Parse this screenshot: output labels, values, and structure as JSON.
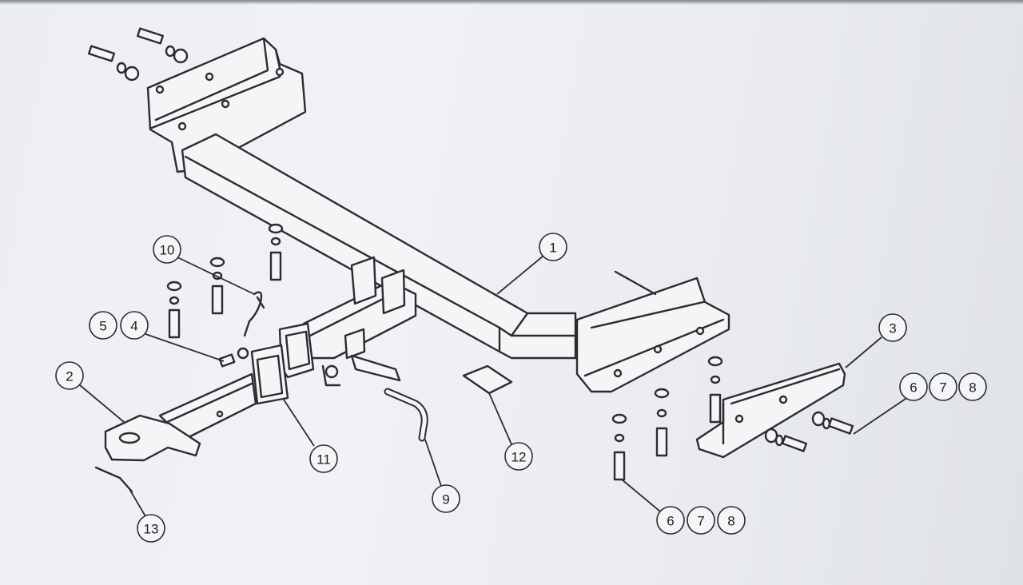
{
  "callouts": [
    {
      "id": "c1",
      "label": "1"
    },
    {
      "id": "c2",
      "label": "2"
    },
    {
      "id": "c3",
      "label": "3"
    },
    {
      "id": "c4",
      "label": "4"
    },
    {
      "id": "c5",
      "label": "5"
    },
    {
      "id": "c6a",
      "label": "6"
    },
    {
      "id": "c7a",
      "label": "7"
    },
    {
      "id": "c8a",
      "label": "8"
    },
    {
      "id": "c6b",
      "label": "6"
    },
    {
      "id": "c7b",
      "label": "7"
    },
    {
      "id": "c8b",
      "label": "8"
    },
    {
      "id": "c9",
      "label": "9"
    },
    {
      "id": "c10",
      "label": "10"
    },
    {
      "id": "c11",
      "label": "11"
    },
    {
      "id": "c12",
      "label": "12"
    },
    {
      "id": "c13",
      "label": "13"
    }
  ]
}
